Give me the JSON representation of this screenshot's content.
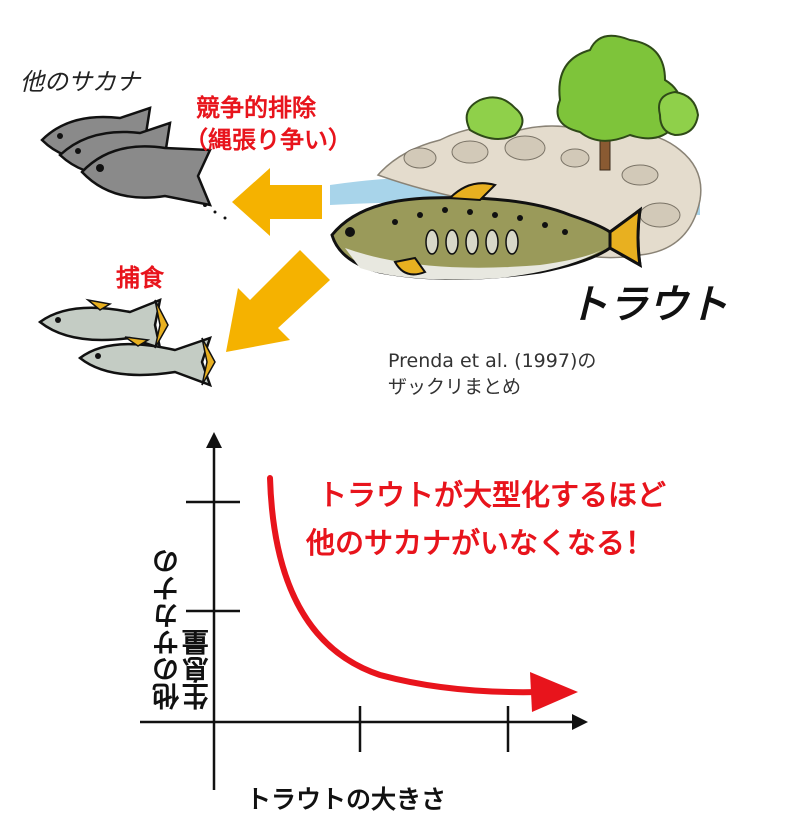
{
  "other_fish_label": "他のサカナ",
  "competition_line1": "競争的排除",
  "competition_line2": "（縄張り争い）",
  "predation_label": "捕食",
  "trout_label": "トラウト",
  "citation_line1": "Prenda et al. (1997)の",
  "citation_line2": "ザックリまとめ",
  "headline_line1": "トラウトが大型化するほど",
  "headline_line2": "他のサカナがいなくなる！",
  "y_axis_label_line1": "他のサカナの",
  "y_axis_label_line2": "生息量",
  "x_axis_label": "トラウトの大きさ",
  "colors": {
    "accent_red": "#e8141c",
    "arrow_orange": "#f5b200",
    "tree_green": "#7ec43a",
    "water_blue": "#a8d4ea"
  }
}
